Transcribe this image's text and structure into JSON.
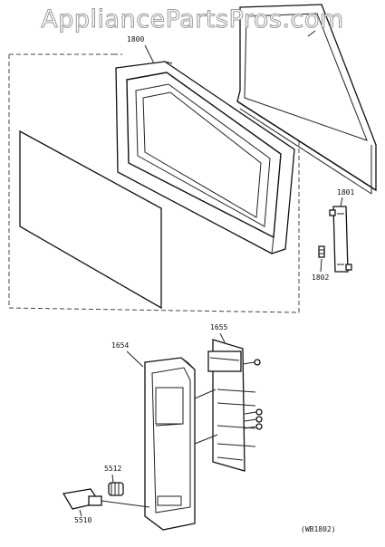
{
  "watermark": "AppliancePartsPros.com",
  "parts": {
    "p1800": "1800",
    "p1801": "1801",
    "p1802": "1802",
    "p1655": "1655",
    "p1654": "1654",
    "p5512": "5512",
    "p5510": "5510"
  },
  "diagram_code": "(WB1802)"
}
